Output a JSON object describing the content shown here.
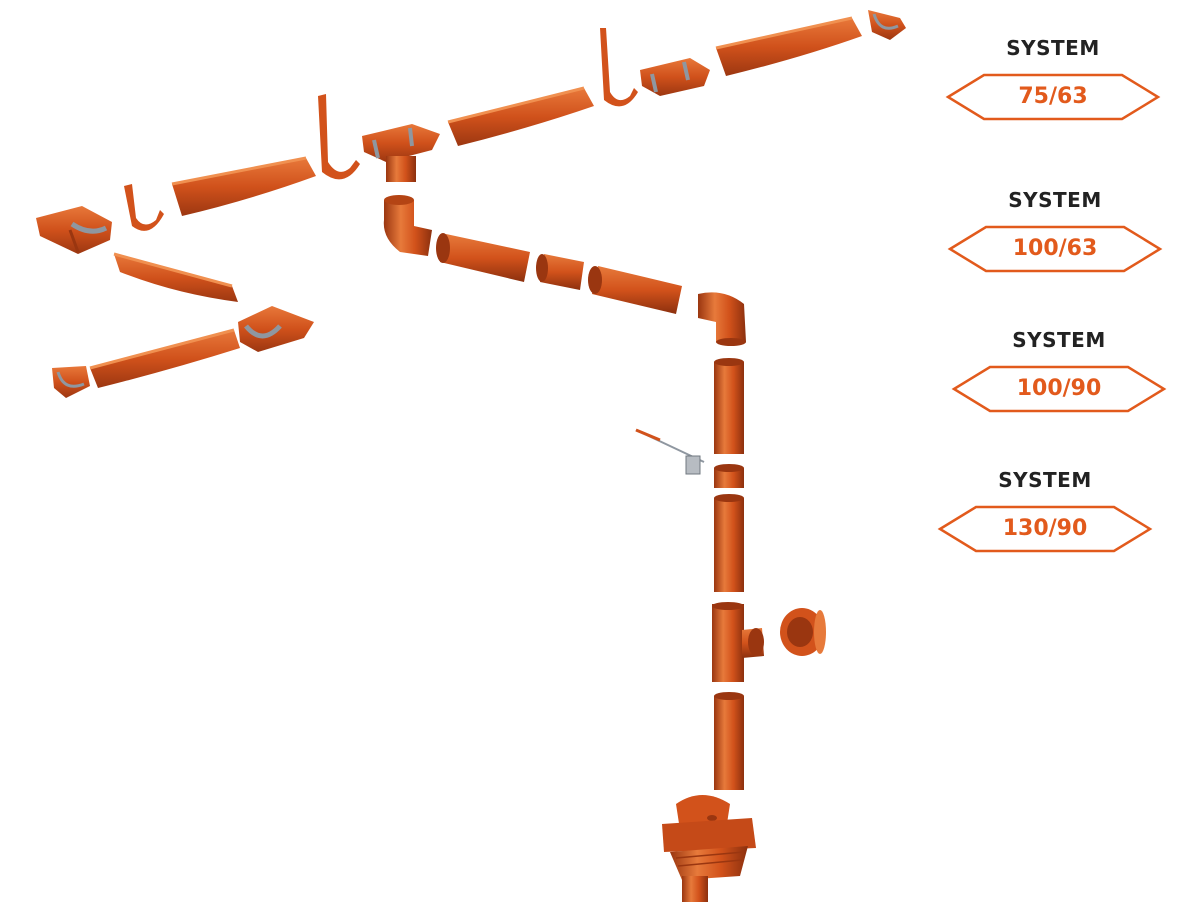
{
  "colors": {
    "terracotta": "#d2521b",
    "terracotta_light": "#e77a3b",
    "terracotta_dark": "#9a3610",
    "seal_grey": "#8f97a0",
    "badge_orange": "#e25a1c",
    "title_dark": "#222222"
  },
  "systems": [
    {
      "title": "SYSTEM",
      "value": "75/63"
    },
    {
      "title": "SYSTEM",
      "value": "100/63"
    },
    {
      "title": "SYSTEM",
      "value": "100/90"
    },
    {
      "title": "SYSTEM",
      "value": "130/90"
    }
  ],
  "diagram": {
    "subject": "gutter-and-downpipe-system-exploded-view",
    "parts": [
      "gutter-end-cap",
      "gutter-corner",
      "gutter-hanger-bracket",
      "half-round-gutter",
      "gutter-connector",
      "gutter-outlet",
      "downpipe-elbow",
      "downpipe-pipe",
      "pipe-bracket",
      "downpipe-socket",
      "inspection-tee",
      "inspection-cap",
      "drain-gully"
    ]
  }
}
